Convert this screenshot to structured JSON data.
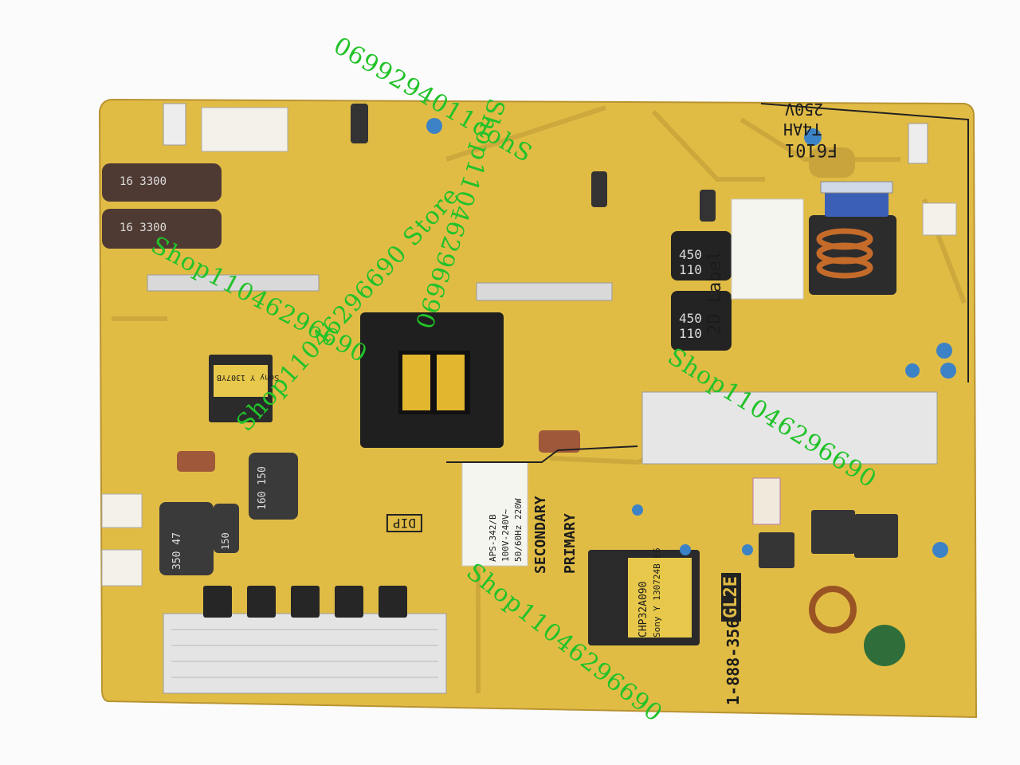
{
  "board": {
    "colors": {
      "pcb": "#e0bb42",
      "pcb_dark": "#c9a23a",
      "background": "#fbfbfb",
      "watermark": "#22c22a"
    }
  },
  "silkscreen": {
    "fuse_ref": "F6101",
    "fuse_rating": "T4AH",
    "fuse_voltage": "250V",
    "label_2d": "2D Label",
    "secondary": "SECONDARY",
    "primary": "PRIMARY",
    "dip": "DIP",
    "board_id": "1-888-356-11",
    "gl2e": "GL2E",
    "cap_main_1": "450 110",
    "cap_main_2": "450 110",
    "cap_small_1": "16 3300",
    "cap_small_2": "16 3300",
    "cap_160": "160 150",
    "cap_150": "150 ",
    "cap_350": "350 47",
    "xfmr_main": "CHP32A090",
    "xfmr_main_2": "Sony Y 130724B E6",
    "xfmr_sub": "Sony Y 1307YB",
    "sticker_model": "APS-342/B",
    "sticker_rating": "100V-240V~",
    "sticker_freq": "50/60Hz 220W"
  },
  "watermarks": [
    "0699294011dohS",
    "Shop11046296690",
    "Shop11046296690",
    "Shop11046296690",
    "Shop11046296690",
    "Shop11046296690 Store"
  ]
}
